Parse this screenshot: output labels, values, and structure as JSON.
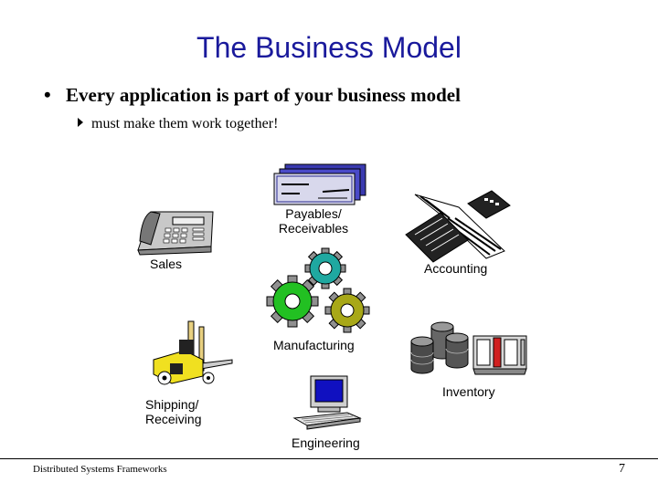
{
  "slide": {
    "title": "The Business Model",
    "bullet_main": "Every application is part of your business model",
    "bullet_sub": "must make them work together!"
  },
  "labels": {
    "payables_line1": "Payables/",
    "payables_line2": "Receivables",
    "sales": "Sales",
    "accounting": "Accounting",
    "manufacturing": "Manufacturing",
    "inventory": "Inventory",
    "shipping_line1": "Shipping/",
    "shipping_line2": "Receiving",
    "engineering": "Engineering"
  },
  "icons": [
    "bullet-dot-icon",
    "arrow-bullet-icon",
    "checks-icon",
    "telephone-icon",
    "adding-machine-icon",
    "gears-icon",
    "forklift-icon",
    "computer-icon",
    "database-icon",
    "warehouse-icon"
  ],
  "colors": {
    "title": "#1a1a9c",
    "gear_teal": "#1fa8a0",
    "gear_green": "#22c022",
    "gear_olive": "#a8a818",
    "forklift_yellow": "#f0e020"
  },
  "footer": {
    "left": "Distributed Systems Frameworks",
    "page": "7"
  }
}
